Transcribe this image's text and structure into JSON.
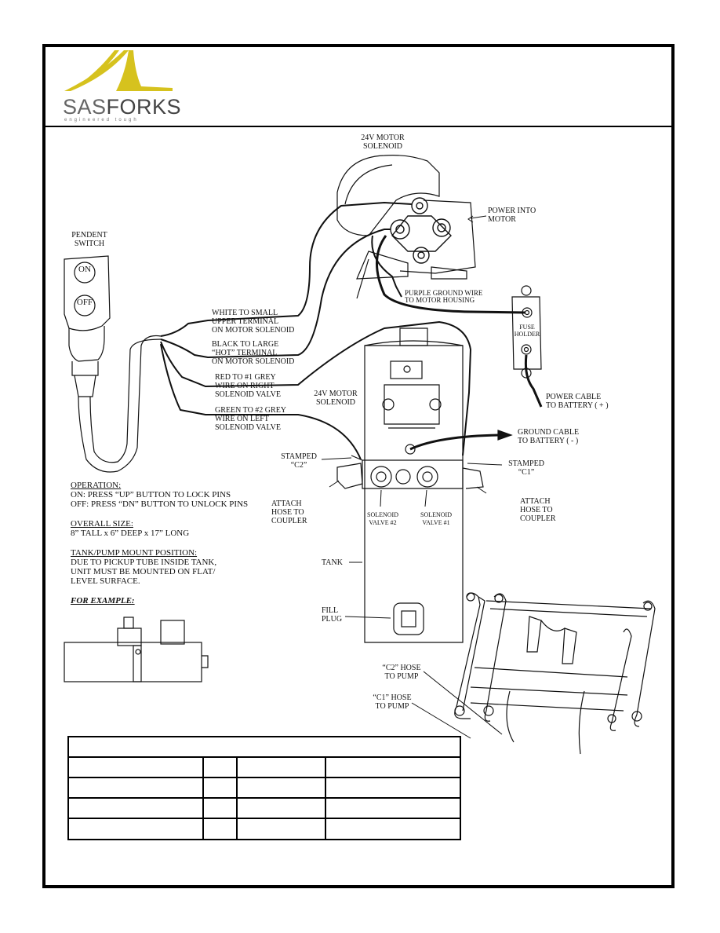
{
  "logo": {
    "brand_light": "SAS",
    "brand_bold": "FORKS",
    "tagline": "engineered tough",
    "accent_color": "#d6c21e"
  },
  "labels": {
    "motor_solenoid_top": "24V MOTOR\nSOLENOID",
    "power_into_motor": "POWER INTO\nMOTOR",
    "pendent_switch": "PENDENT\nSWITCH",
    "on_button": "ON",
    "off_button": "OFF",
    "purple_ground": "PURPLE GROUND WIRE\nTO MOTOR HOUSING",
    "white_wire": "WHITE TO SMALL\nUPPER TERMINAL\nON MOTOR SOLENOID",
    "black_wire": "BLACK TO LARGE\n“HOT” TERMINAL\nON MOTOR SOLENOID",
    "red_wire": "RED TO #1 GREY\nWIRE ON RIGHT\nSOLENOID VALVE",
    "green_wire": "GREEN TO #2 GREY\nWIRE ON LEFT\nSOLENOID VALVE",
    "fuse_holder": "FUSE\nHOLDER",
    "power_cable": "POWER CABLE\nTO BATTERY ( + )",
    "motor_solenoid_tank": "24V MOTOR\nSOLENOID",
    "ground_cable": "GROUND CABLE\nTO BATTERY ( - )",
    "stamped_c2": "STAMPED\n“C2”",
    "stamped_c1": "STAMPED\n“C1”",
    "attach_left": "ATTACH\nHOSE TO\nCOUPLER",
    "attach_right": "ATTACH\nHOSE TO\nCOUPLER",
    "solenoid_valve_2": "SOLENOID\nVALVE #2",
    "solenoid_valve_1": "SOLENOID\nVALVE #1",
    "tank": "TANK",
    "fill_plug": "FILL\nPLUG",
    "c2_hose": "“C2” HOSE\nTO PUMP",
    "c1_hose": "“C1” HOSE\nTO PUMP"
  },
  "notes": {
    "operation_heading": "OPERATION:",
    "operation_on": "ON: PRESS “UP” BUTTON TO LOCK PINS",
    "operation_off": "OFF: PRESS “DN” BUTTON TO UNLOCK PINS",
    "size_heading": "OVERALL SIZE:",
    "size_text": "8” TALL x 6” DEEP x 17” LONG",
    "mount_heading": "TANK/PUMP MOUNT POSITION:",
    "mount_text_1": "DUE TO PICKUP TUBE INSIDE TANK,",
    "mount_text_2": "UNIT MUST BE MOUNTED ON FLAT/",
    "mount_text_3": "LEVEL SURFACE.",
    "example_heading": "FOR EXAMPLE:"
  }
}
